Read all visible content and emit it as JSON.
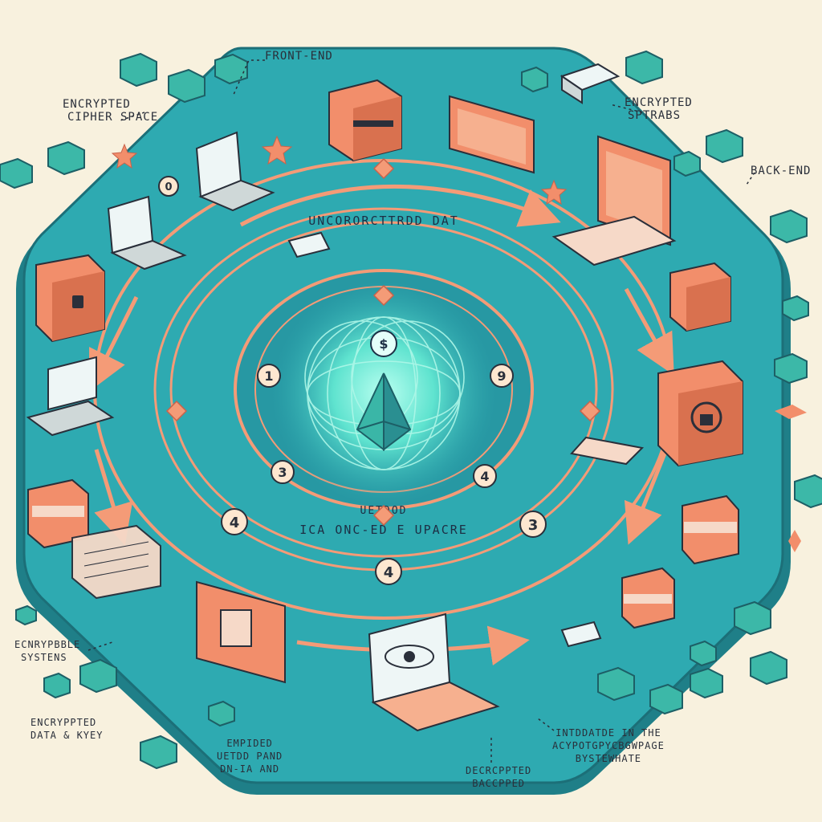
{
  "labels": {
    "front_end": "FRONT-END",
    "encrypted_cipher_space": [
      "ENCRYPTED",
      "CIPHER SPACE"
    ],
    "encrypted_sptrabs": [
      "ENCRYPTED",
      "SPTRABS"
    ],
    "back_end": "BACK-END",
    "encryptable_systems": [
      "ECNRYPBBLE",
      "SYSTENS"
    ],
    "encrypted_data_key": [
      "ENCRYPPTED",
      "DATA & KYEY"
    ],
    "embedded": [
      "EMPIDED",
      "UETDD PAND",
      "DN-IA AND"
    ],
    "decrypted": [
      "DECRCPPTED",
      "BACCPPED"
    ],
    "integrate": [
      "INTDDATDE IN THE",
      "ACYPOTGPYCBGWPAGE",
      "BYSTEWHATE"
    ]
  },
  "ring_text": {
    "top": "UNCORORCTTRDD DAT",
    "bottom_1": "UETDOD",
    "bottom_2": "ICA ONC-ED E UPACRE"
  },
  "markers": [
    "1",
    "9",
    "3",
    "4",
    "4",
    "3",
    "4",
    "0"
  ],
  "center_symbol": "$",
  "colors": {
    "background": "#f8f1de",
    "platform": "#2eaab1",
    "platform_dark": "#1d8d96",
    "arrow": "#f49b77",
    "box_orange": "#f28e6b",
    "box_teal": "#3cb8a8",
    "glow": "#6ff0d8"
  }
}
